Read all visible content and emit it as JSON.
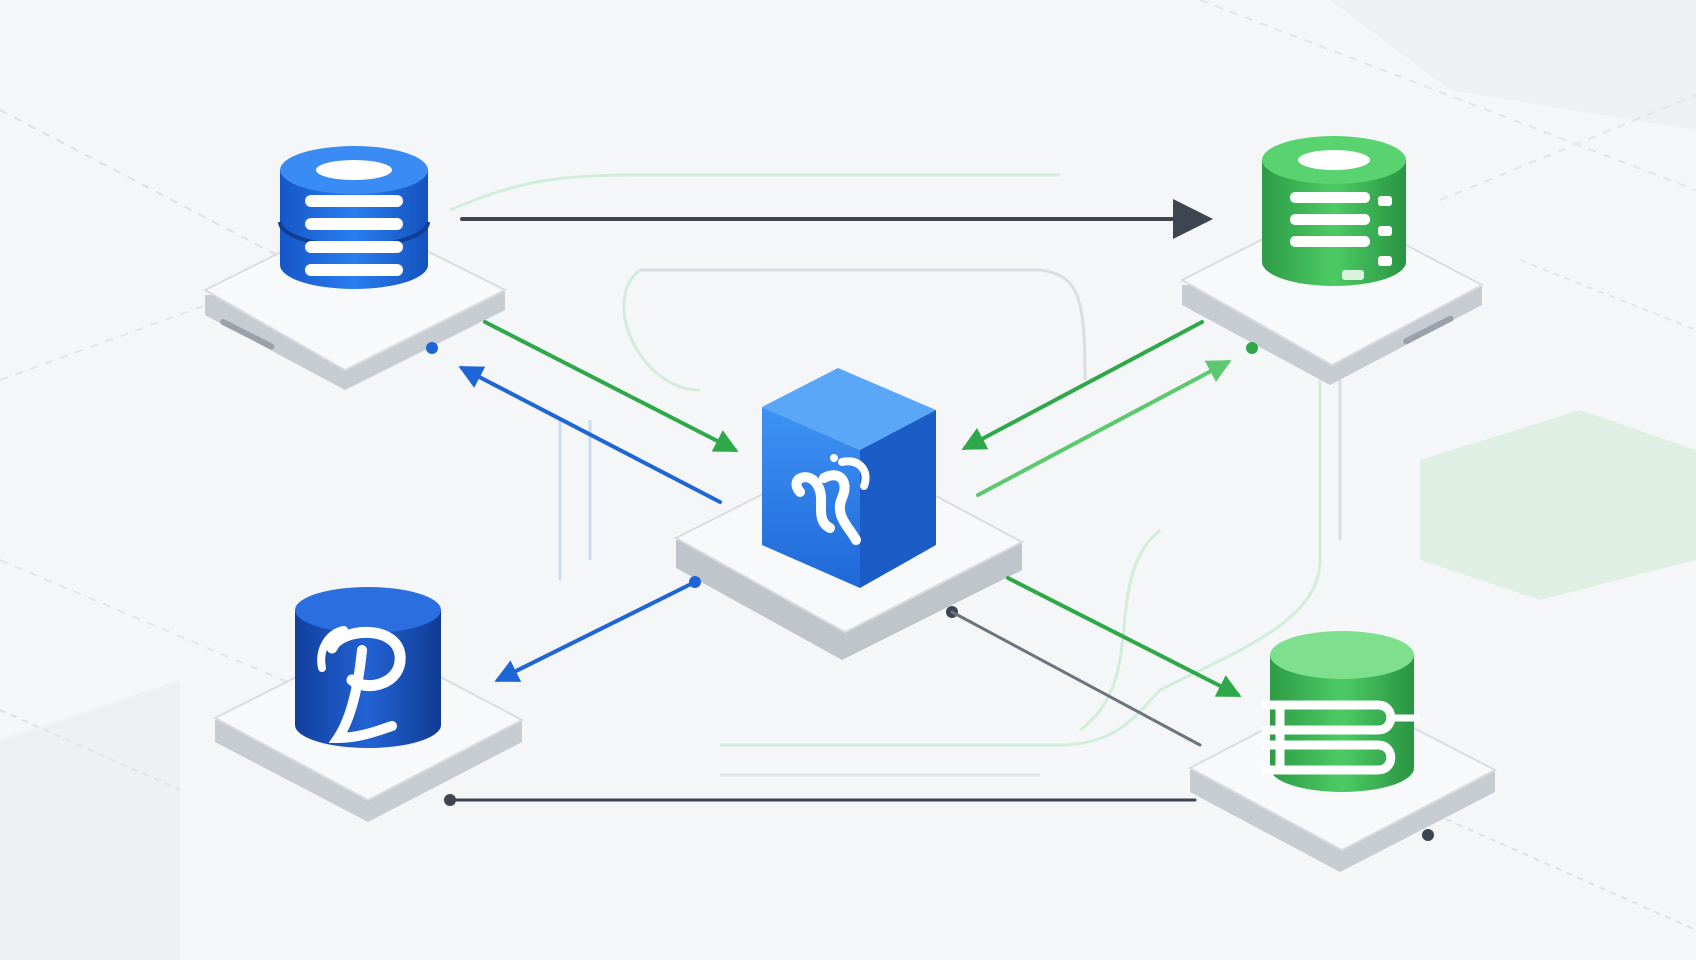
{
  "diagram": {
    "hub": {
      "icon": "integration-hub-logo-icon",
      "color": "#2f7fe6"
    },
    "nodes": [
      {
        "id": "db-top-left",
        "icon": "database-stack-icon",
        "color": "#1f6fe0"
      },
      {
        "id": "db-top-right",
        "icon": "database-stack-icon",
        "color": "#3fb655"
      },
      {
        "id": "db-bottom-left",
        "icon": "postgres-p-logo-icon",
        "color": "#1e5fd0"
      },
      {
        "id": "db-bottom-right",
        "icon": "database-stack-icon",
        "color": "#44c05c"
      }
    ],
    "colors": {
      "blue": "#1e66d6",
      "green": "#2fa84a",
      "dark": "#3d4550",
      "platform_top": "#f9fafb",
      "platform_side": "#c8ccd2"
    }
  }
}
